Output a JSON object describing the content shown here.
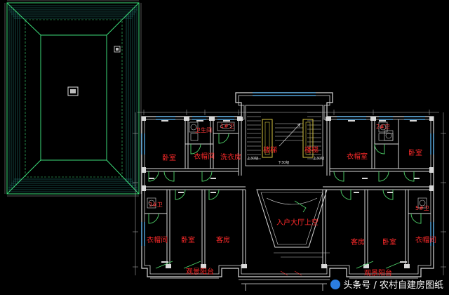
{
  "rooms": {
    "bedroom_left": "卧室",
    "closet_left": "衣帽间",
    "wash_left": "洗衣房",
    "stairs_left": "楼梯",
    "stairs_right": "楼梯",
    "bedroom_right_upper_tag": "衣帽室",
    "bedroom_right_upper": "卧室",
    "bath_top_left_a": "卫生间",
    "bath_top_left_b": "1#卫",
    "bath_top_right": "2#卫",
    "bath_mid_left": "3#卫",
    "bath_mid_right": "5#卫",
    "closet_bottom_left": "衣帽间",
    "bedroom_bottom_left": "卧室",
    "guest_bottom_left": "客房",
    "hall": "入户大厅上空",
    "guest_bottom_right": "客房",
    "bedroom_bottom_right": "卧室",
    "closet_bottom_right": "衣帽间",
    "balcony_left": "观景阳台",
    "balcony_right": "观景阳台"
  },
  "refs": {
    "stair_up_left": "上30级",
    "stair_down": "下30级",
    "stair_up_right": "上30级"
  },
  "watermark": {
    "text": "头条号 / 农村自建房图纸"
  },
  "colors": {
    "background": "#000000",
    "wall": "#d9d9d9",
    "roof_edge": "#3cdc7a",
    "roof_tile": "#2f9e95",
    "door": "#4fd46a",
    "window": "#5fbfff",
    "label": "#ff2a2a",
    "dimension": "#cfcfcf",
    "stair_yellow": "#d8c640"
  },
  "icons": {
    "watermark_logo": "toutiao-logo-icon"
  }
}
